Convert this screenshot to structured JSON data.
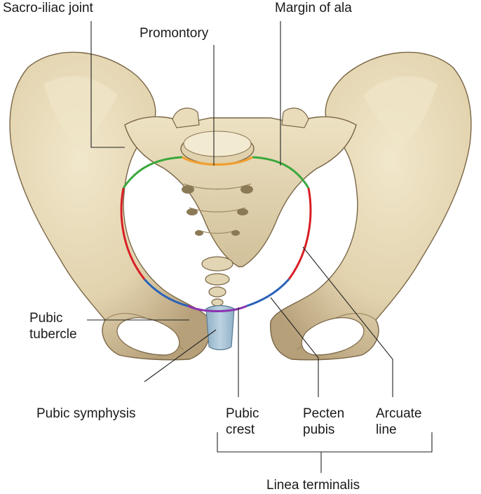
{
  "labels": {
    "sacro_iliac_joint": "Sacro-iliac joint",
    "margin_of_ala": "Margin of ala",
    "promontory": "Promontory",
    "pubic_tubercle": "Pubic\ntubercle",
    "pubic_symphysis": "Pubic symphysis",
    "pubic_crest": "Pubic\ncrest",
    "pecten_pubis": "Pecten\npubis",
    "arcuate_line": "Arcuate\nline",
    "linea_terminalis": "Linea terminalis"
  },
  "colors": {
    "bone": "#e4d7b6",
    "bone_shadow": "#b9a57c",
    "bone_outline": "#6e5c3e",
    "symphysis": "#a9c4d6",
    "margin_of_ala_line": "#3aa83c",
    "promontory_line": "#f0a030",
    "arcuate_line": "#d81e24",
    "pecten_pubis_line": "#2a62b8",
    "pubic_crest_line": "#8a32b0",
    "leader_line": "#222222"
  },
  "icons": {
    "pelvis": "pelvis-illustration"
  }
}
